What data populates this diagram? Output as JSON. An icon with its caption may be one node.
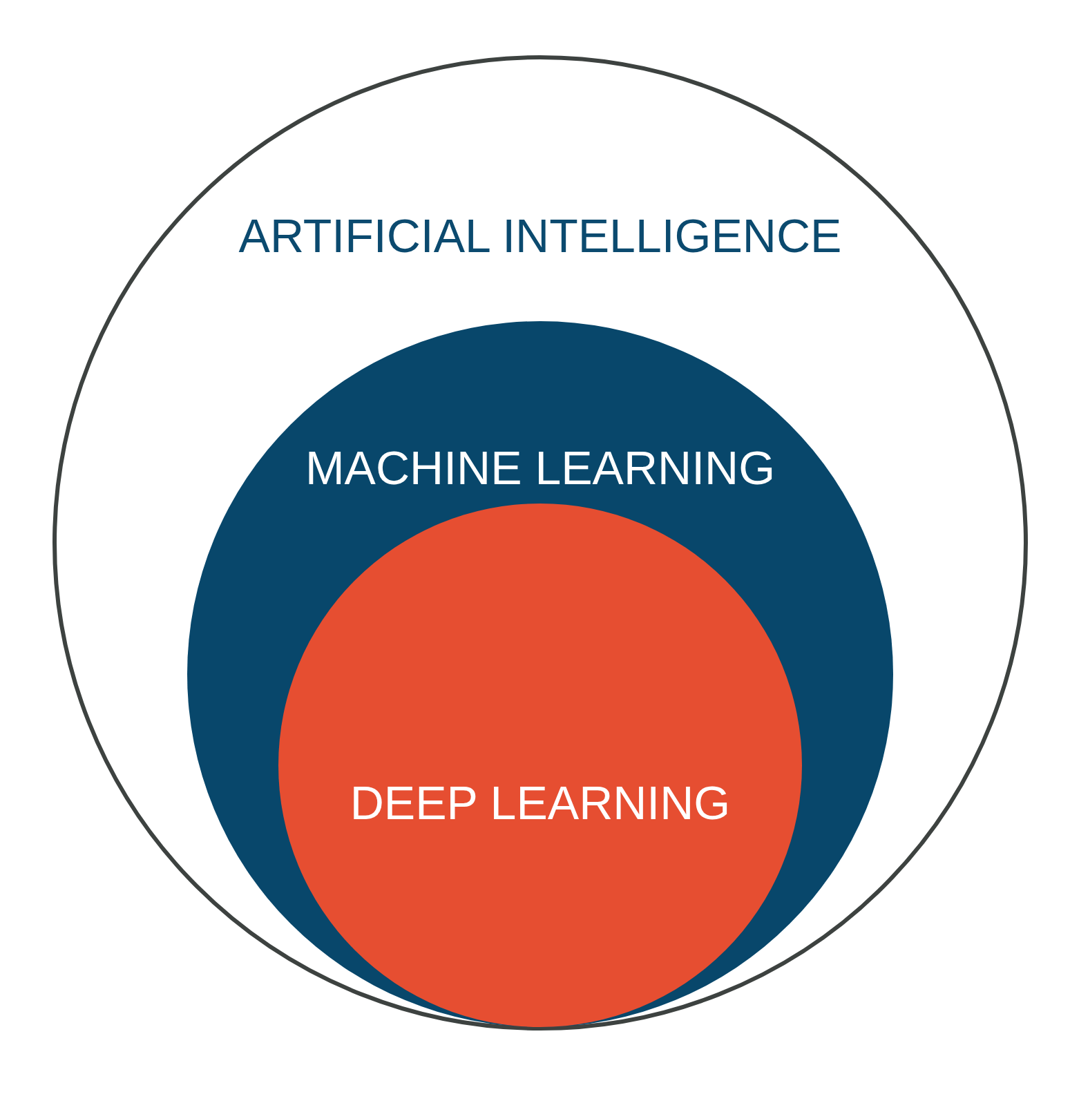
{
  "diagram": {
    "nodes": [
      {
        "text": [
          "ARTIFICIAL INTELLIGENCE"
        ]
      },
      {
        "text": [
          "MACHINE LEARNING"
        ],
        "in": 0
      },
      {
        "text": [
          "DEEP LEARNING"
        ],
        "in": 1
      }
    ]
  }
}
